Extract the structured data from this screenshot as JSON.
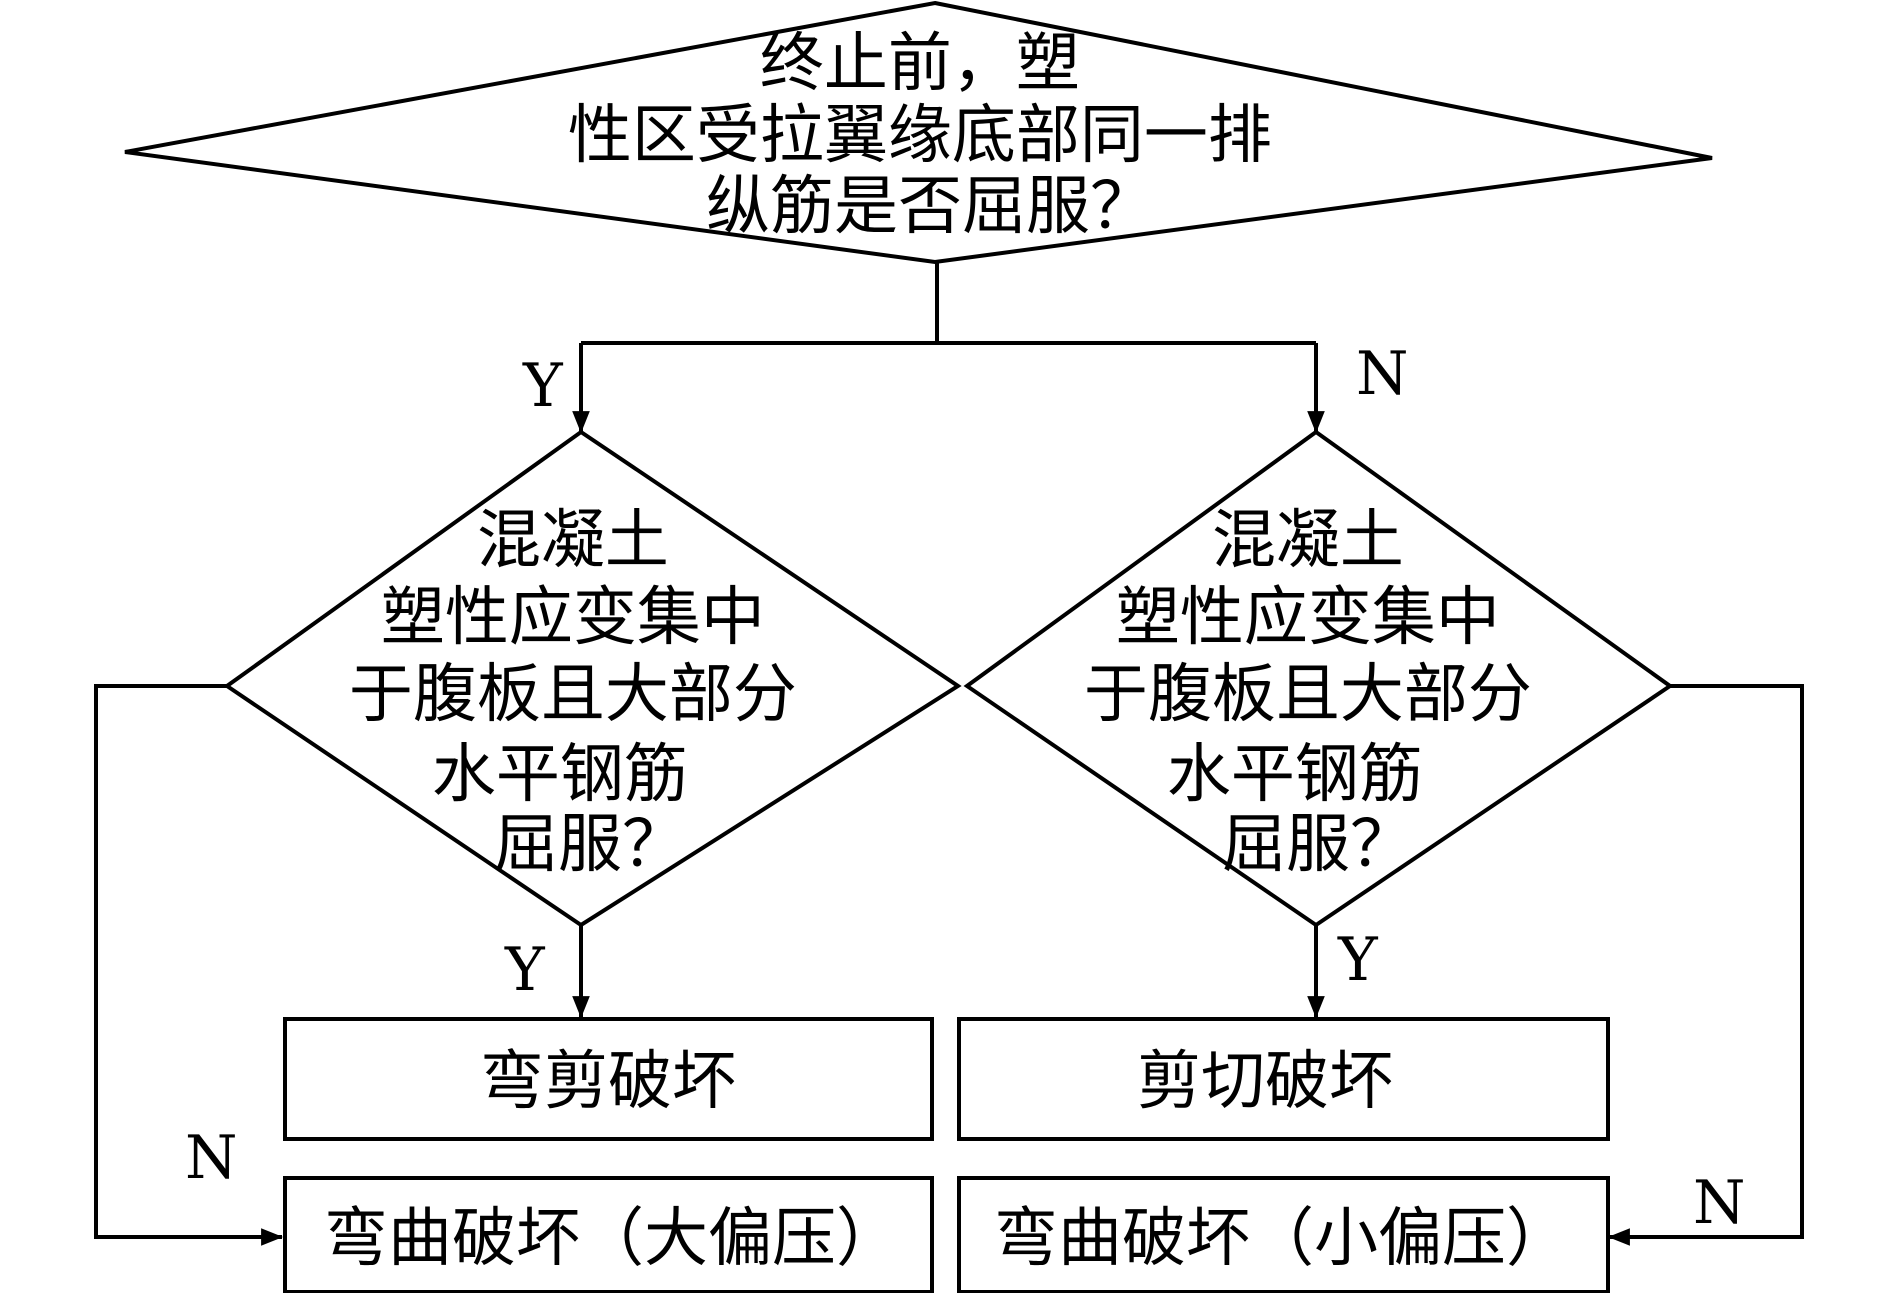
{
  "diagram": {
    "top_decision": {
      "lines": [
        "终止前，塑",
        "性区受拉翼缘底部同一排",
        "纵筋是否屈服？"
      ]
    },
    "left_decision": {
      "lines": [
        "混凝土",
        "塑性应变集中",
        "于腹板且大部分",
        "水平钢筋",
        "屈服？"
      ]
    },
    "right_decision": {
      "lines": [
        "混凝土",
        "塑性应变集中",
        "于腹板且大部分",
        "水平钢筋",
        "屈服？"
      ]
    },
    "boxes": {
      "flexure_shear": "弯剪破坏",
      "shear": "剪切破坏",
      "flexure_large": "弯曲破坏（大偏压）",
      "flexure_small": "弯曲破坏（小偏压）"
    },
    "edge_labels": {
      "top_yes": "Y",
      "top_no": "N",
      "left_yes": "Y",
      "left_no": "N",
      "right_yes": "Y",
      "right_no": "N"
    }
  }
}
